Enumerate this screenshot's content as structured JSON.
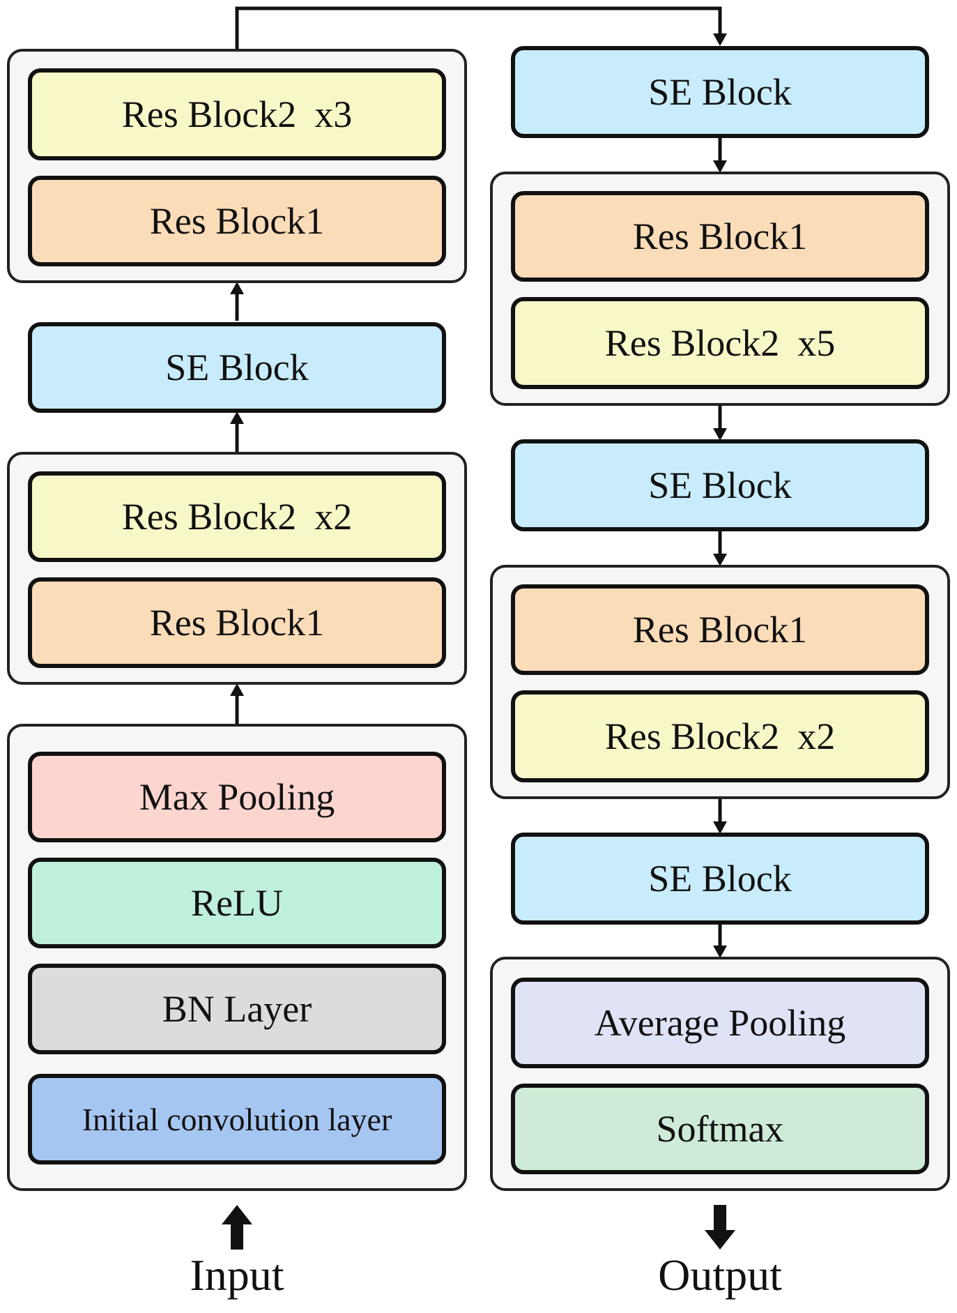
{
  "left_column": {
    "group3": {
      "res_block2": "Res Block2",
      "res_block2_mult": "x3",
      "res_block1": "Res Block1"
    },
    "se_block": "SE Block",
    "group2": {
      "res_block2": "Res Block2",
      "res_block2_mult": "x2",
      "res_block1": "Res Block1"
    },
    "group1": {
      "max_pooling": "Max Pooling",
      "relu": "ReLU",
      "bn_layer": "BN Layer",
      "initial_conv": "Initial convolution layer"
    },
    "input_label": "Input"
  },
  "right_column": {
    "se_block_top": "SE Block",
    "group4": {
      "res_block1": "Res Block1",
      "res_block2": "Res Block2",
      "res_block2_mult": "x5"
    },
    "se_block_mid": "SE Block",
    "group5": {
      "res_block1": "Res Block1",
      "res_block2": "Res Block2",
      "res_block2_mult": "x2"
    },
    "se_block_bottom": "SE Block",
    "group6": {
      "average_pooling": "Average Pooling",
      "softmax": "Softmax"
    },
    "output_label": "Output"
  },
  "colors": {
    "res_block2": "#f7f7c8",
    "res_block1": "#fbdcb8",
    "se_block": "#c8ecfb",
    "max_pooling": "#fcd5cf",
    "relu": "#bff0db",
    "bn_layer": "#dcdcdc",
    "initial_conv": "#a6c6f2",
    "average_pooling": "#e0e2f5",
    "softmax": "#cdebd6"
  }
}
